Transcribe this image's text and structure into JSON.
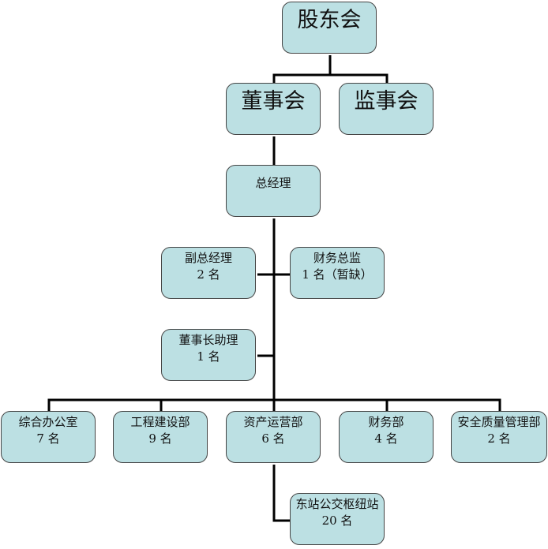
{
  "top": {
    "shareholders": "股东会",
    "board": "董事会",
    "supervisors": "监事会",
    "gm": "总经理"
  },
  "mid": {
    "deputy_gm": {
      "title": "副总经理",
      "count": "2 名"
    },
    "cfo": {
      "title": "财务总监",
      "count": "1 名（暂缺）"
    },
    "chair_assistant": {
      "title": "董事长助理",
      "count": "1 名"
    }
  },
  "departments": [
    {
      "title": "综合办公室",
      "count": "7 名"
    },
    {
      "title": "工程建设部",
      "count": "9 名"
    },
    {
      "title": "资产运营部",
      "count": "6 名"
    },
    {
      "title": "财务部",
      "count": "4 名"
    },
    {
      "title": "安全质量管理部",
      "count": "2 名"
    }
  ],
  "sub": {
    "title": "东站公交枢纽站",
    "count": "20 名"
  },
  "colors": {
    "box_fill": "#bce0e3",
    "line": "#000000"
  }
}
